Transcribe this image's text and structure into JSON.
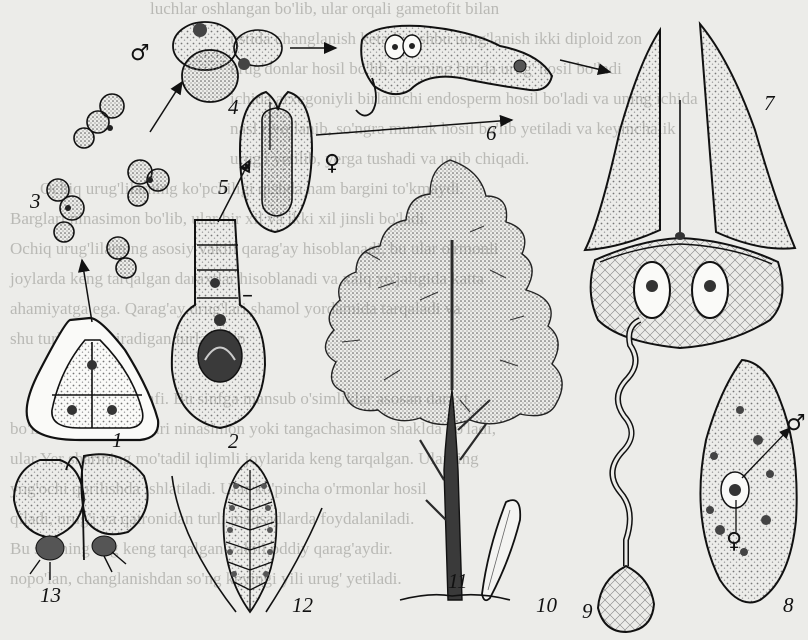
{
  "background_text": [
    "luchlar oshlangan bo'lib, ular orqali gametofit bilan",
    "ustida changlanish ketadi, ushbu urug'lanish ikki diploid zon",
    "urug'donlar hosil bo'lib, ularning birida urug' hosil bo'ladi",
    "ichida arxegoniyli birlamchi endosperm hosil bo'ladi va uning ichida",
    "nasl rivojlanib, so'ngra murtak hosil bo'lib yetiladi va keyinchalik",
    "urug'i yetilib, yerga tushadi va unib chiqadi.",
    "Ochiq urug'lilarning ko'pchiligi qishda ham bargini to'kmaydi.",
    "Barglari ninasimon bo'lib, ular bir xil va ikki xil jinsli bo'ladi.",
    "Ochiq urug'lilarning asosiy vakili qarag'ay hisoblanadi, bu ular o'rmonli",
    "joylarda keng tarqalgan daraxtlar hisoblanadi va xalq xo'jaligida katta",
    "ahamiyatga ega. Qarag'ay urug'lari shamol yordamida tarqaladi va",
    "shu turkumga kiradigan turlar ko'p.",
    "",
    "Ninabarglilar sinfi. Bu sinfga mansub o'simliklar asosan daraxt",
    "bo'lib, ularning barglari ninasimon yoki tangachasimon shaklda bo'ladi,",
    "ular Yer sharining mo'tadil iqlimli joylarida keng tarqalgan. Ularning",
    "yog'ochi qurilishda ishlatiladi. Ular ko'pincha o'rmonlar hosil",
    "qiladi, urug'i va qatronidan turli maqsadlarda foydalaniladi.",
    "Bu sinfning eng keng tarqalgan vakili oddiy qarag'aydir.",
    "nopo'lan, changlanishdan so'ng keyingi yili urug' yetiladi."
  ],
  "figure_labels": {
    "n1": "1",
    "n2": "2",
    "n3": "3",
    "n4": "4",
    "n5": "5",
    "n6": "6",
    "n7": "7",
    "n8": "8",
    "n9": "9",
    "n10": "10",
    "n11": "11",
    "n12": "12",
    "n13": "13"
  },
  "symbols": {
    "male": "♂",
    "female": "♀",
    "dash": "–"
  },
  "colors": {
    "ink": "#1c1c1c",
    "paper": "#ecece9",
    "ghost_text": "#b9b9b5",
    "stipple": "#8a8a86"
  }
}
